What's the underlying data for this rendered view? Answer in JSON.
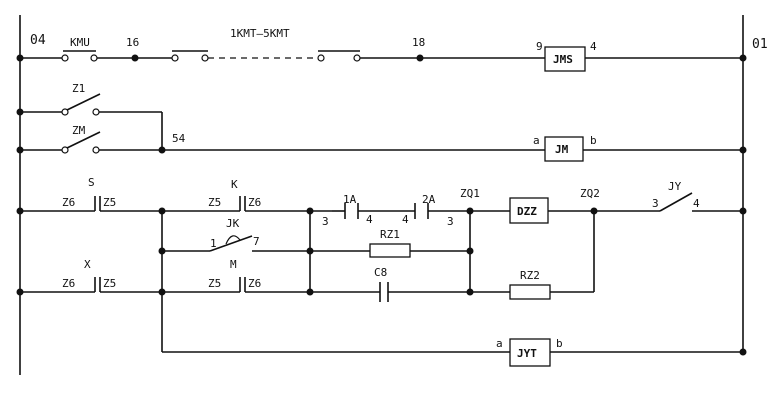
{
  "colors": {
    "line": "#111111",
    "background": "#ffffff"
  },
  "rails": {
    "left": "04",
    "right": "01"
  },
  "row1": {
    "contact": "KMU",
    "node_16": "16",
    "contact_range": "1KMT—5KMT",
    "node_18": "18",
    "coil": "JMS",
    "coil_in": "9",
    "coil_out": "4"
  },
  "row2": {
    "contact_z1": "Z1",
    "contact_zm": "ZM",
    "node_54": "54"
  },
  "row3": {
    "coil": "JM",
    "coil_in": "a",
    "coil_out": "b"
  },
  "row4": {
    "switch_s": "S",
    "s_left": "Z6",
    "s_right": "Z5",
    "switch_k": "K",
    "k_left": "Z5",
    "k_right": "Z6",
    "contact_1a": "1A",
    "contact_2a": "2A",
    "pin_3a": "3",
    "pin_4a": "4",
    "pin_4b": "4",
    "pin_3b": "3",
    "node_zq1": "ZQ1",
    "relay": "DZZ",
    "node_zq2": "ZQ2",
    "contact_jy": "JY",
    "jy_in": "3",
    "jy_out": "4"
  },
  "row5": {
    "contact_jk": "JK",
    "jk_in": "1",
    "jk_out": "7",
    "resistor": "RZ1"
  },
  "row6": {
    "capacitor": "C8",
    "resistor": "RZ2"
  },
  "row7": {
    "switch_x": "X",
    "x_left": "Z6",
    "x_right": "Z5",
    "switch_m": "M",
    "m_left": "Z5",
    "m_right": "Z6"
  },
  "row8": {
    "coil": "JYT",
    "coil_in": "a",
    "coil_out": "b"
  }
}
